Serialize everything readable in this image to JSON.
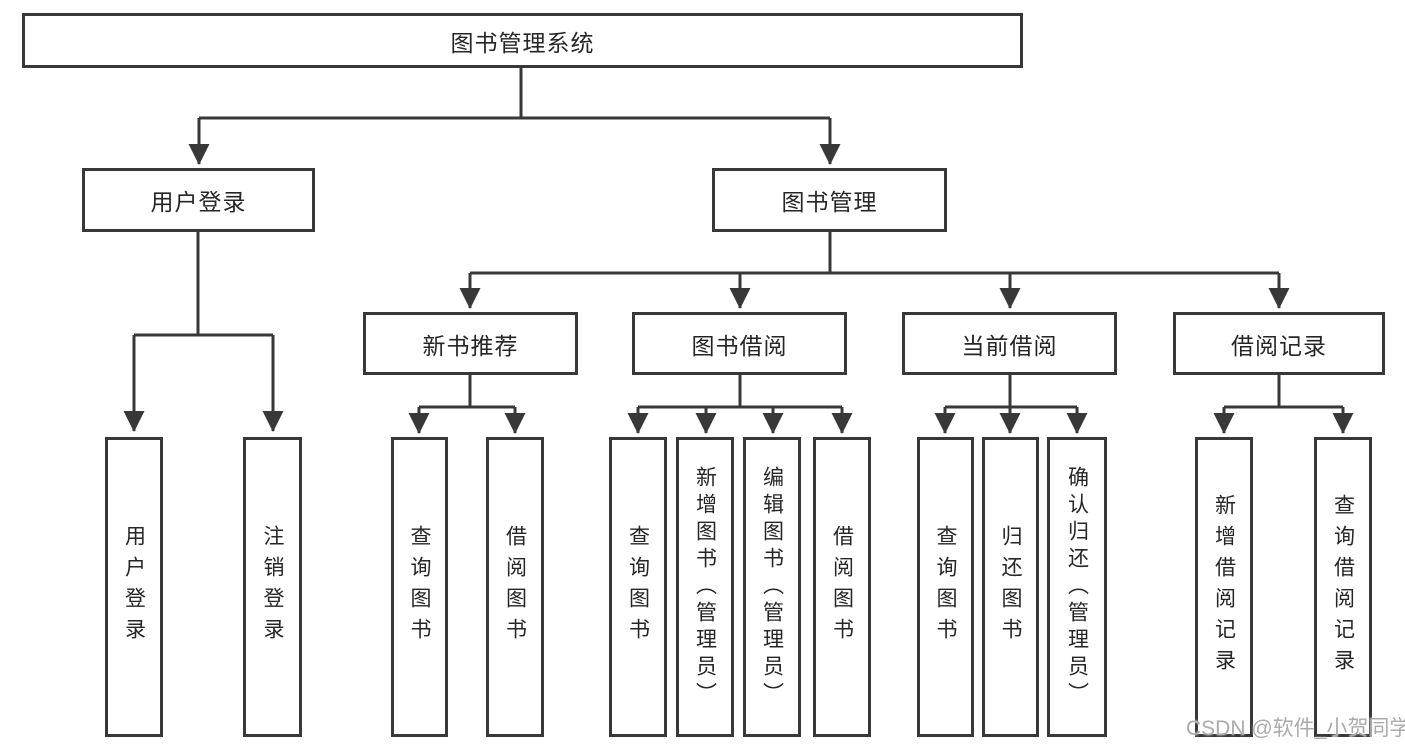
{
  "diagram": {
    "title": "图书管理系统",
    "nodes": {
      "root": "图书管理系统",
      "user_login": "用户登录",
      "book_mgmt": "图书管理",
      "new_rec": "新书推荐",
      "book_borrow": "图书借阅",
      "current_borrow": "当前借阅",
      "borrow_records": "借阅记录",
      "leaves": [
        "用户登录",
        "注销登录",
        "查询图书",
        "借阅图书",
        "查询图书",
        "新增图书（管理员）",
        "编辑图书（管理员）",
        "借阅图书",
        "查询图书",
        "归还图书",
        "确认归还（管理员）",
        "新增借阅记录",
        "查询借阅记录"
      ]
    },
    "colors": {
      "line": "#383838",
      "node_border": "#383838",
      "node_text": "#262626",
      "background": "#ffffff",
      "watermark": "#ababab"
    }
  },
  "watermark": {
    "text": "CSDN @软件_小贺同学"
  }
}
